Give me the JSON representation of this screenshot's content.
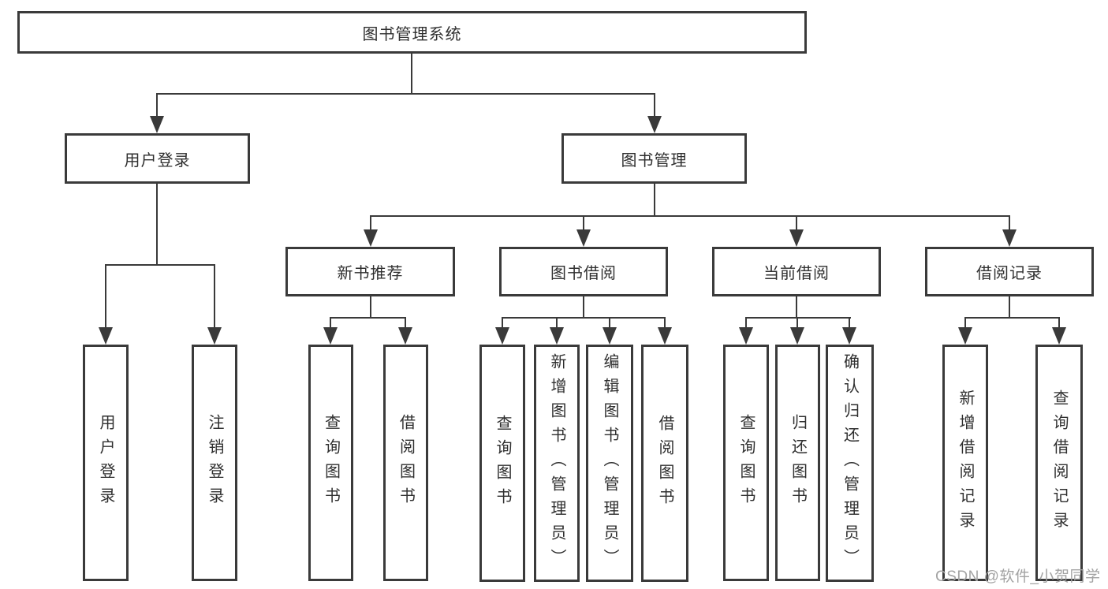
{
  "diagram_title": "图书管理系统",
  "nodes": {
    "root": "图书管理系统",
    "branch1": {
      "label": "用户登录",
      "leaves": [
        "用户登录",
        "注销登录"
      ]
    },
    "branch2": {
      "label": "图书管理",
      "groups": [
        {
          "label": "新书推荐",
          "leaves": [
            "查询图书",
            "借阅图书"
          ]
        },
        {
          "label": "图书借阅",
          "leaves": [
            "查询图书",
            "新增图书（管理员）",
            "编辑图书（管理员）",
            "借阅图书"
          ]
        },
        {
          "label": "当前借阅",
          "leaves": [
            "查询图书",
            "归还图书",
            "确认归还（管理员）"
          ]
        },
        {
          "label": "借阅记录",
          "leaves": [
            "新增借阅记录",
            "查询借阅记录"
          ]
        }
      ]
    }
  },
  "watermark": {
    "text": "CSDN @软件_小贺同学"
  },
  "colors": {
    "line": "#3a3a3a",
    "text": "#2f2f2f",
    "wm": "#a3a3a3",
    "bg": "#ffffff"
  }
}
